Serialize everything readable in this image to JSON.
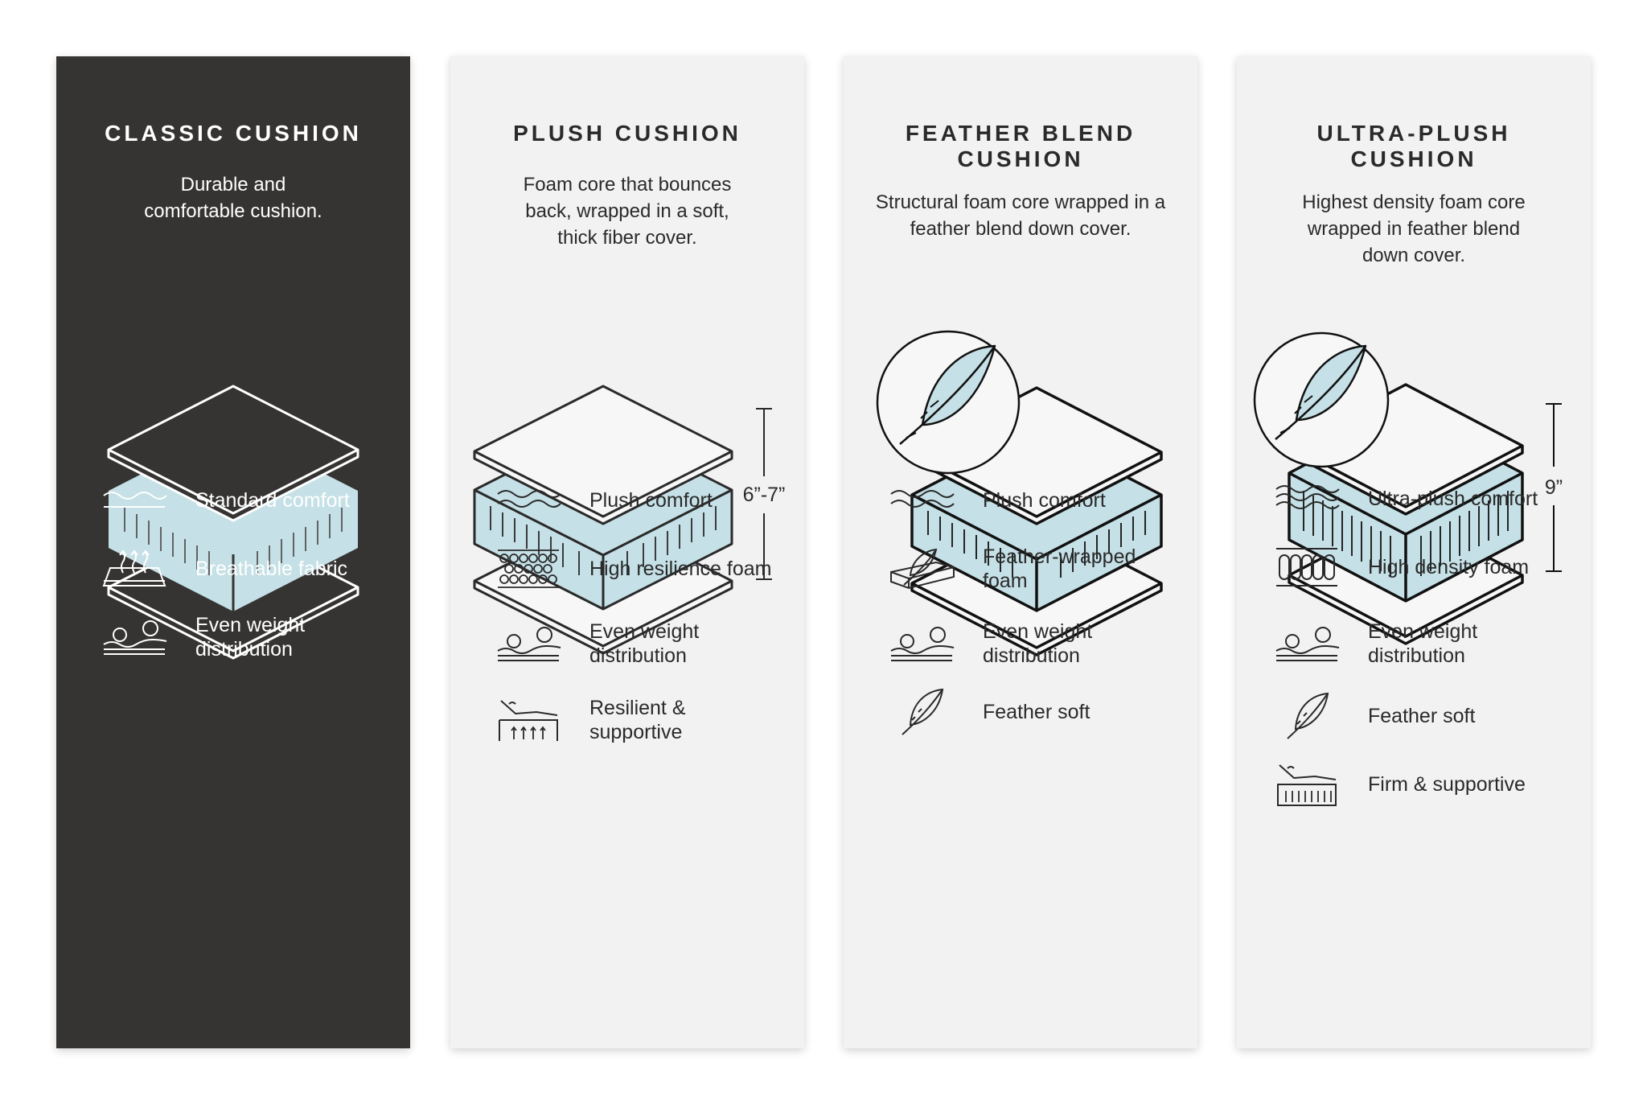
{
  "colors": {
    "dark_panel": "#353432",
    "light_panel": "#f2f2f2",
    "foam_blue": "#c5e0e6",
    "line_dark": "#2a2a2a",
    "line_light": "#ffffff"
  },
  "panels": [
    {
      "title": "CLASSIC CUSHION",
      "description": "Durable and comfortable cushion.",
      "features": [
        {
          "icon": "waves-icon",
          "label": "Standard comfort"
        },
        {
          "icon": "breathable-icon",
          "label": "Breathable fabric"
        },
        {
          "icon": "weight-distribution-icon",
          "label": "Even weight distribution"
        }
      ]
    },
    {
      "title": "PLUSH CUSHION",
      "description": "Foam core that bounces back, wrapped in a soft, thick fiber cover.",
      "dimension": "6”-7”",
      "features": [
        {
          "icon": "waves-icon",
          "label": "Plush comfort"
        },
        {
          "icon": "foam-cells-icon",
          "label": "High resilience foam"
        },
        {
          "icon": "weight-distribution-icon",
          "label": "Even weight distribution"
        },
        {
          "icon": "support-icon",
          "label": "Resilient & supportive"
        }
      ]
    },
    {
      "title": "FEATHER BLEND CUSHION",
      "description": "Structural foam core wrapped in a feather blend down cover.",
      "features": [
        {
          "icon": "waves-icon",
          "label": "Plush comfort"
        },
        {
          "icon": "feather-wrapped-icon",
          "label": "Feather-wrapped foam"
        },
        {
          "icon": "weight-distribution-icon",
          "label": "Even weight distribution"
        },
        {
          "icon": "feather-icon",
          "label": "Feather soft"
        }
      ]
    },
    {
      "title": "ULTRA-PLUSH CUSHION",
      "description": "Highest density foam core wrapped in feather blend down cover.",
      "dimension": "9”",
      "features": [
        {
          "icon": "waves-icon",
          "label": "Ultra-plush comfort"
        },
        {
          "icon": "dense-foam-icon",
          "label": "High density foam"
        },
        {
          "icon": "weight-distribution-icon",
          "label": "Even weight distribution"
        },
        {
          "icon": "feather-icon",
          "label": "Feather soft"
        },
        {
          "icon": "support-icon",
          "label": "Firm & supportive"
        }
      ]
    }
  ]
}
